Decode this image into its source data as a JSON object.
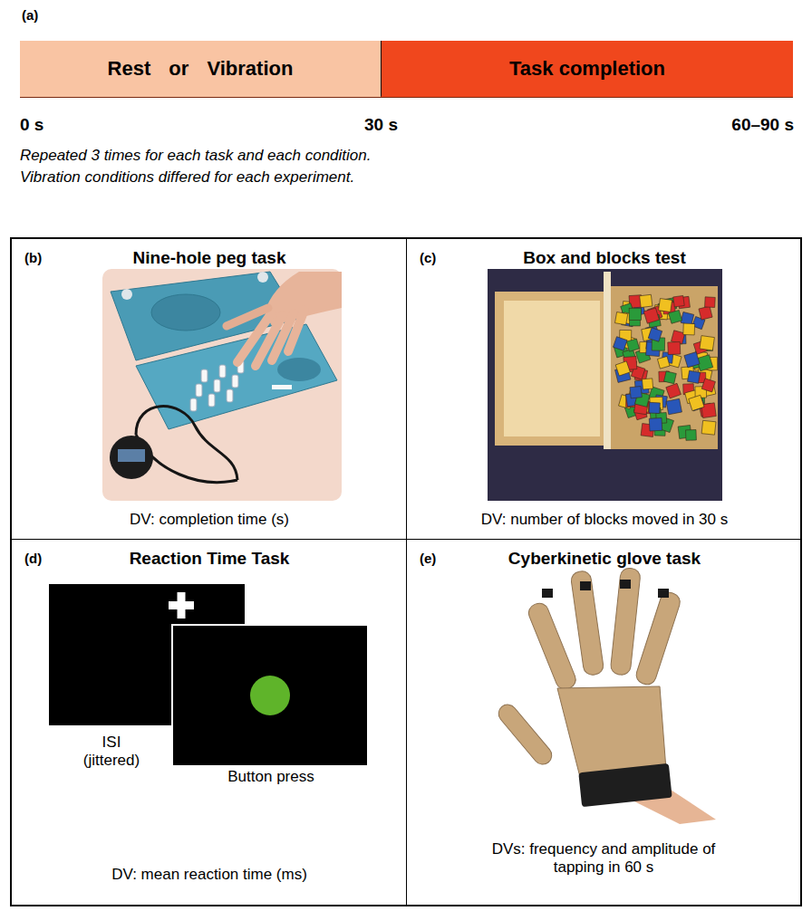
{
  "diagram": {
    "nodes": [
      {
        "text": [
          "Rest or Vibration"
        ]
      },
      {
        "text": [
          "Task completion"
        ]
      },
      {
        "text": [
          "(b)",
          "Nine-hole peg task",
          "DV: completion time (s)"
        ]
      },
      {
        "text": [
          "(c)",
          "Box and blocks test",
          "DV: number of blocks moved in 30 s"
        ]
      },
      {
        "text": [
          "(d)",
          "Reaction Time Task",
          "ISI (jittered)",
          "Button press",
          "DV: mean reaction time (ms)"
        ]
      },
      {
        "text": [
          "(e)",
          "Cyberkinetic glove task",
          "DVs: frequency and amplitude of tapping in 60 s"
        ]
      }
    ],
    "labels": [
      "(a)",
      "0 s",
      "30 s",
      "60–90 s",
      "Repeated 3 times for each task and each condition.",
      "Vibration conditions differed for each experiment."
    ]
  }
}
